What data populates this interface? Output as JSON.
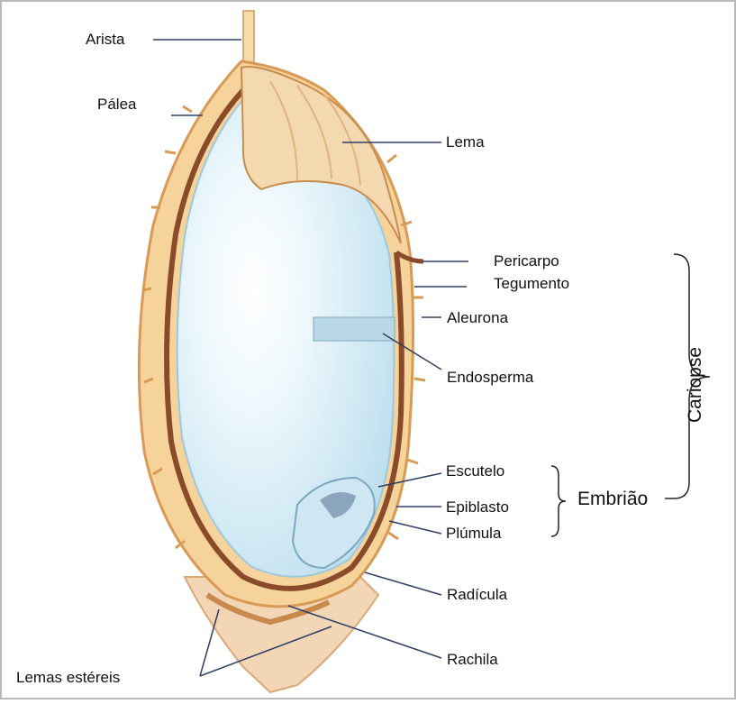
{
  "colors": {
    "husk": "#f5cf92",
    "husk_dark": "#d7a363",
    "brown": "#8a4b2b",
    "endosperm": "#cfe7f3",
    "endosperm_light": "#eef8fc",
    "leader": "#2e3f66",
    "frame": "#b8b8b8"
  },
  "labels": {
    "arista": "Arista",
    "palea": "Pálea",
    "lema": "Lema",
    "pericarpo": "Pericarpo",
    "tegumento": "Tegumento",
    "aleurona": "Aleurona",
    "endosperma": "Endosperma",
    "escutelo": "Escutelo",
    "epiblasto": "Epiblasto",
    "plumula": "Plúmula",
    "radicula": "Radícula",
    "rachila": "Rachila",
    "lemas_estereis": "Lemas estéreis",
    "embriao": "Embrião",
    "cariopse": "Cariopse"
  }
}
